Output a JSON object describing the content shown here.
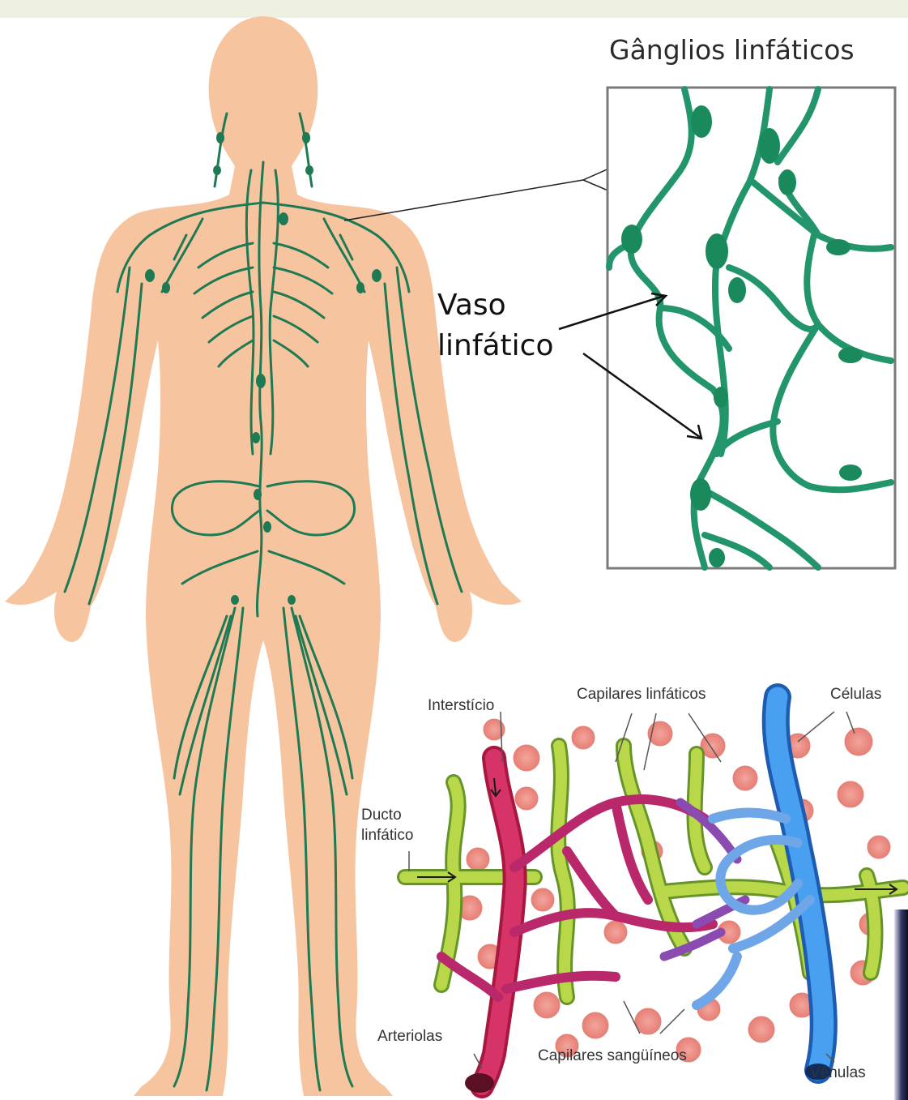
{
  "labels": {
    "ganglios": "Gânglios linfáticos",
    "vaso_linfatico": "Vaso linfático",
    "intersticio": "Interstício",
    "capilares_linfaticos": "Capilares linfáticos",
    "celulas": "Células",
    "ducto_linfatico": "Ducto linfático",
    "arteriolas": "Arteriolas",
    "capilares_sanguineos": "Capilares sangüíneos",
    "venulas": "Vênulas"
  },
  "colors": {
    "skin": "#f7c4a0",
    "lymph_vessel": "#1e8a5c",
    "lymph_capillary": "#a9cc3a",
    "arteriole": "#c8245a",
    "venule": "#3b8de0",
    "cell": "#f08a80"
  }
}
